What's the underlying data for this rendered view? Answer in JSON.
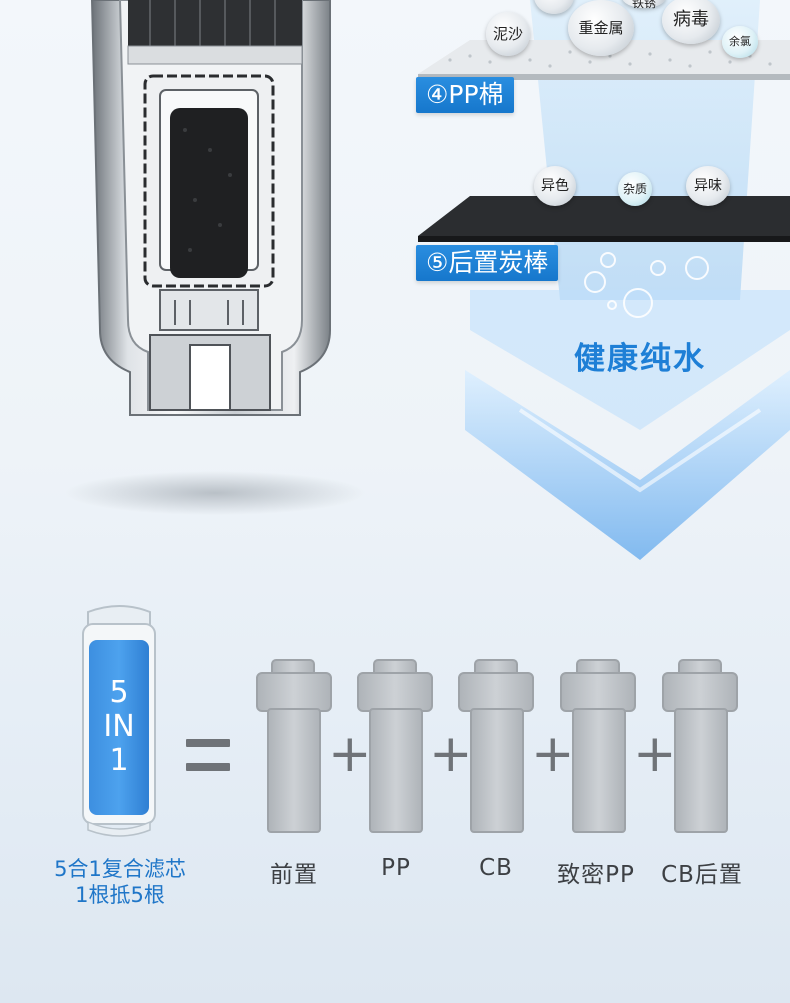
{
  "layers": {
    "pp": {
      "tag": "④PP棉"
    },
    "carbon": {
      "tag": "⑤后置炭棒"
    }
  },
  "contaminants": {
    "top_partial": [
      "铁锈"
    ],
    "pp_layer": [
      "泥沙",
      "重金属",
      "病毒",
      "余氯"
    ],
    "carbon_layer": [
      "异色",
      "杂质",
      "异味"
    ]
  },
  "result_text": "健康纯水",
  "five_in_one": {
    "badge": [
      "5",
      "IN",
      "1"
    ],
    "caption_line1": "5合1复合滤芯",
    "caption_line2": "1根抵5根"
  },
  "filters": [
    {
      "label": "前置"
    },
    {
      "label": "PP"
    },
    {
      "label": "CB"
    },
    {
      "label": "致密PP"
    },
    {
      "label": "CB后置"
    }
  ],
  "colors": {
    "accent_blue": "#1677cc",
    "text_blue": "#1e7fd6",
    "filter_gray": "#c3c7cb",
    "symbol_gray": "#6f7378"
  }
}
